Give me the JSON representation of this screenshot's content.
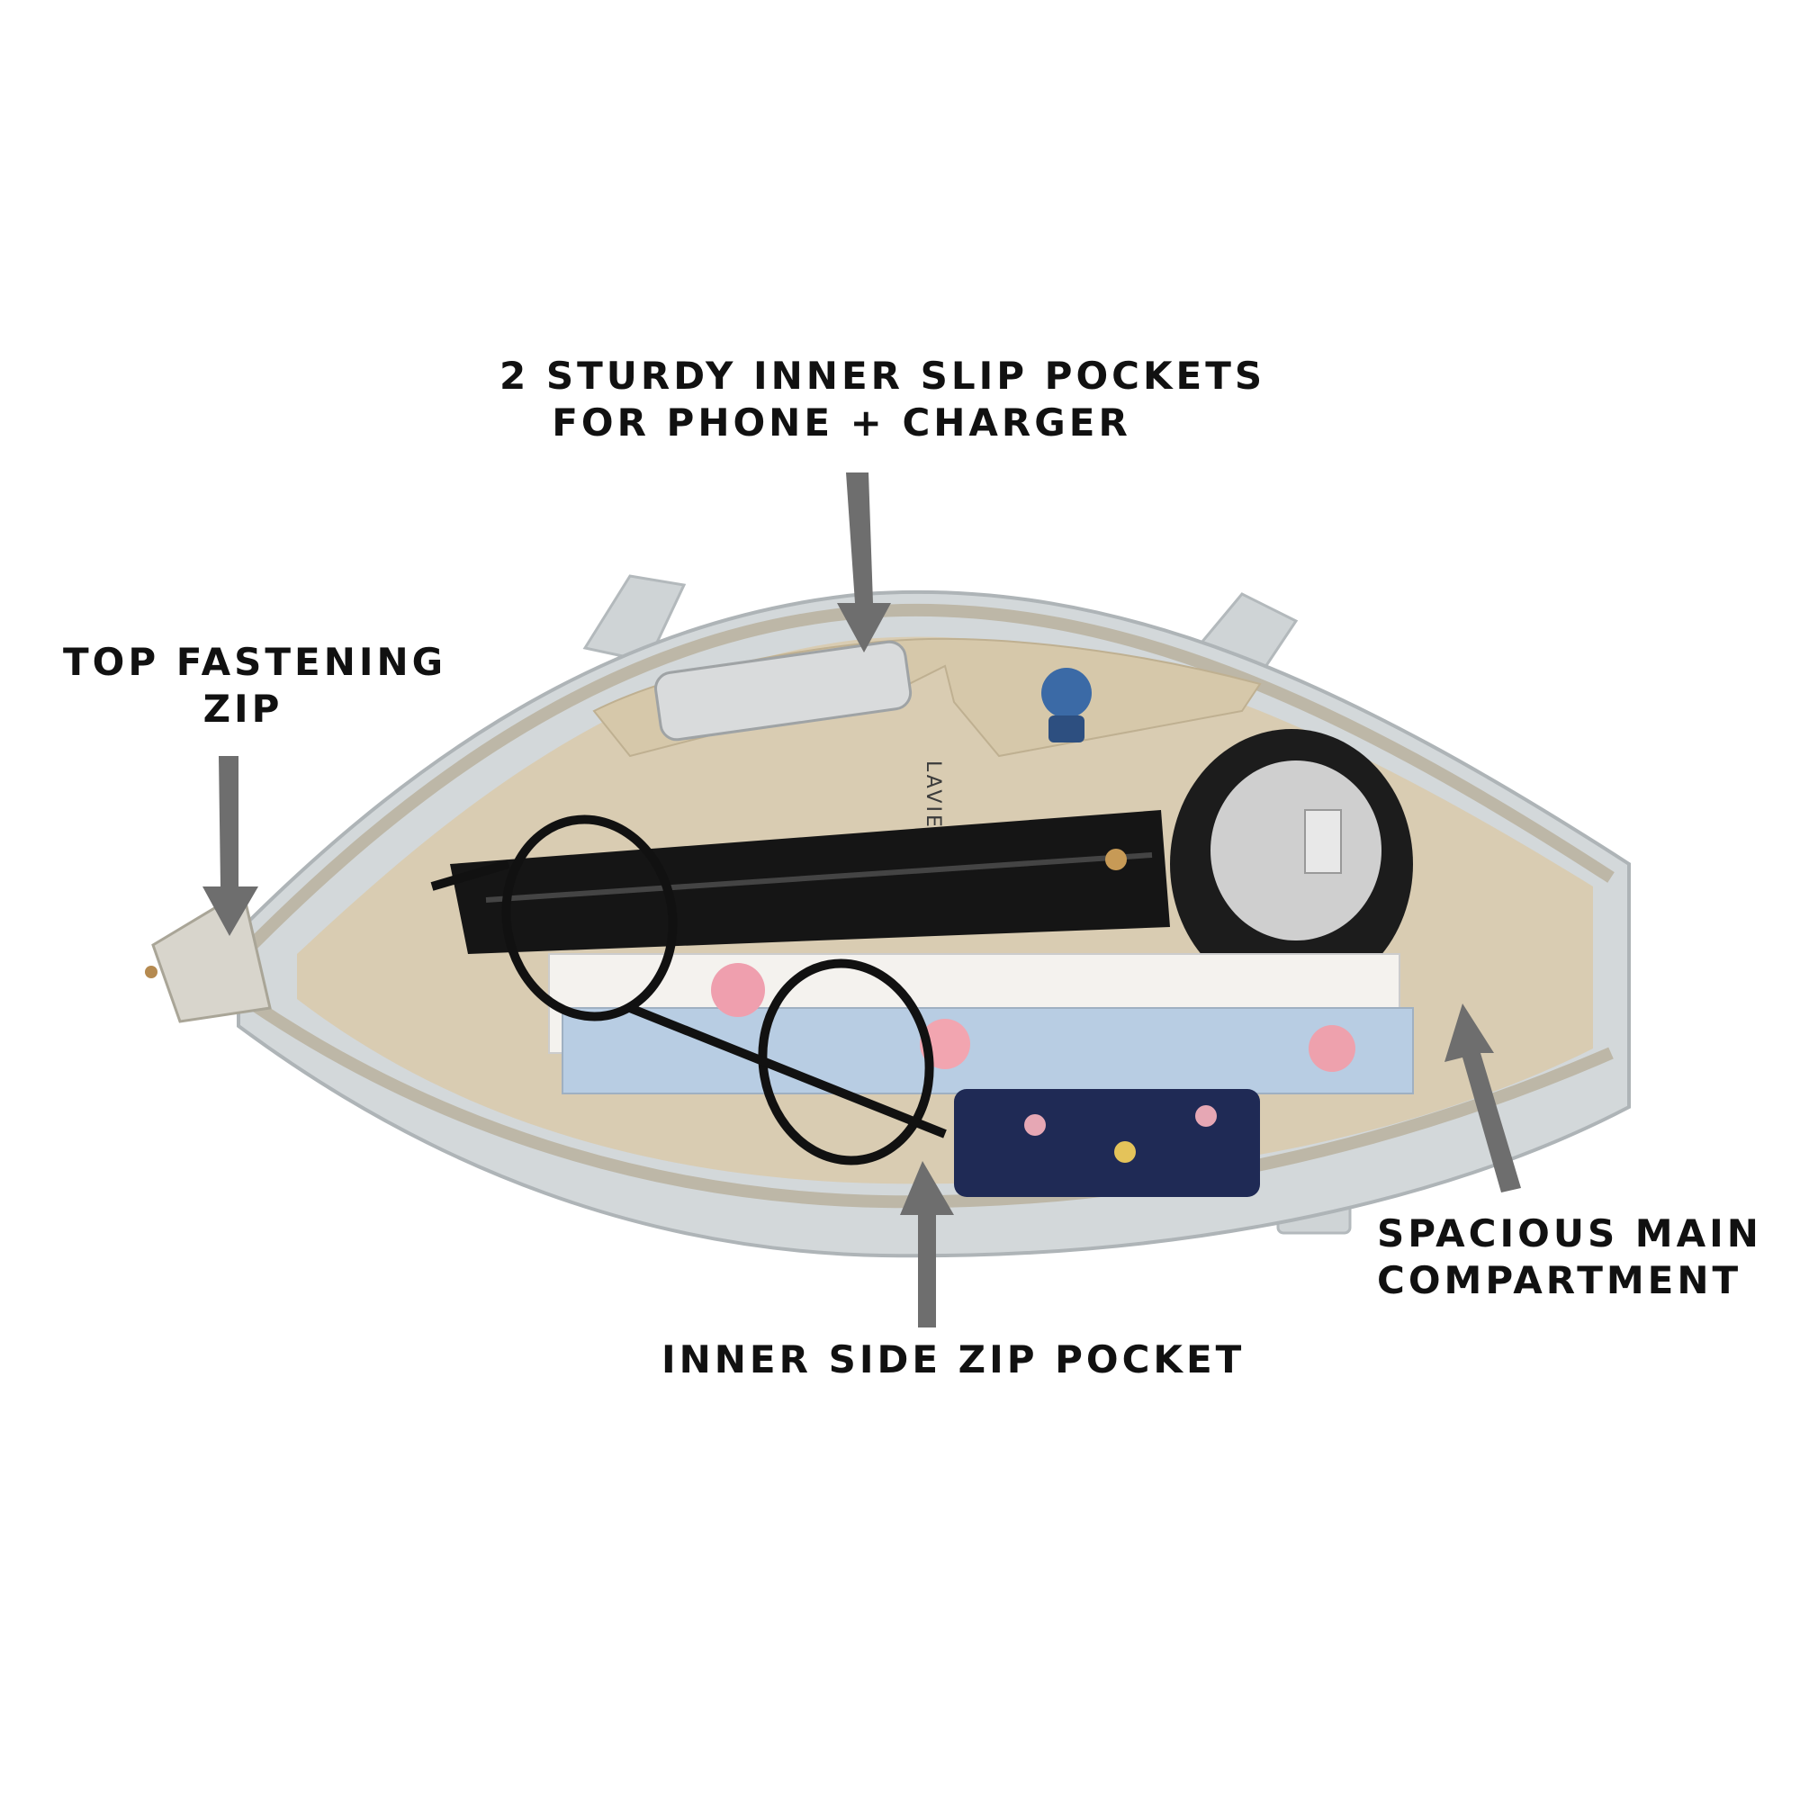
{
  "callouts": {
    "slip_pockets": {
      "line1": "2 STURDY INNER SLIP POCKETS",
      "line2": "FOR PHONE + CHARGER"
    },
    "top_zip": {
      "line1": "TOP FASTENING",
      "line2": "ZIP"
    },
    "side_zip": {
      "line1": "INNER SIDE ZIP POCKET"
    },
    "main_compartment": {
      "line1": "SPACIOUS MAIN",
      "line2": "COMPARTMENT"
    }
  },
  "lining_logo": "LAVIE",
  "colors": {
    "bag_shell": "#d3d8da",
    "lining": "#d9ccb2",
    "arrow": "#6e6e6e",
    "text": "#111111"
  }
}
